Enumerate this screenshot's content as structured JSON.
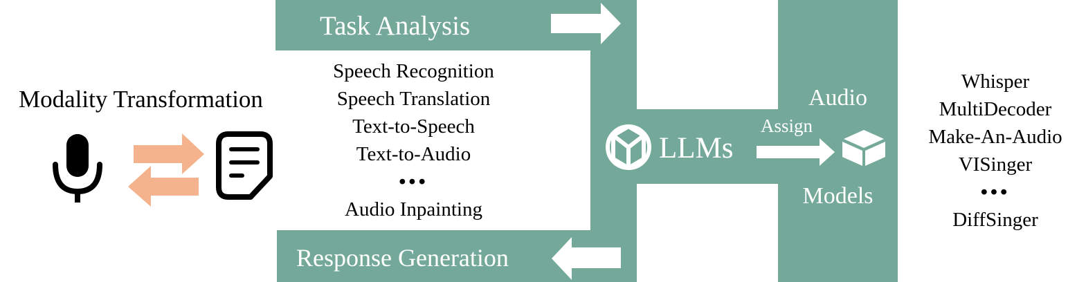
{
  "colors": {
    "panel": "#74a99a",
    "arrow_orange": "#f4b38c",
    "white": "#ffffff",
    "black": "#000000"
  },
  "left": {
    "title": "Modality Transformation",
    "icons": [
      "microphone-icon",
      "swap-arrows-icon",
      "document-icon"
    ]
  },
  "task": {
    "header": "Task Analysis",
    "items": [
      "Speech Recognition",
      "Speech Translation",
      "Text-to-Speech",
      "Text-to-Audio",
      "•••",
      "Audio Inpainting"
    ]
  },
  "response": {
    "label": "Response Generation"
  },
  "llm": {
    "label": "LLMs",
    "icon": "openai-logo-icon"
  },
  "assign": {
    "label": "Assign"
  },
  "audio_models": {
    "top": "Audio",
    "bottom": "Models",
    "icon": "cube-icon"
  },
  "models": {
    "items": [
      "Whisper",
      "MultiDecoder",
      "Make-An-Audio",
      "VISinger",
      "•••",
      "DiffSinger"
    ]
  }
}
